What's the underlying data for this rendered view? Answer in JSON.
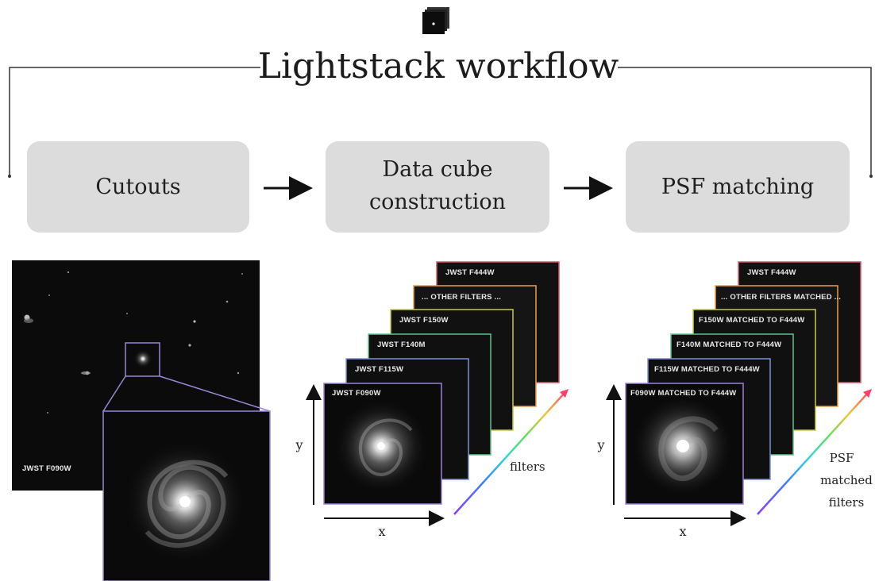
{
  "title": "Lightstack workflow",
  "steps": [
    {
      "label": "Cutouts"
    },
    {
      "label_line1": "Data cube",
      "label_line2": "construction"
    },
    {
      "label": "PSF matching"
    }
  ],
  "cutout_label": "JWST F090W",
  "cube_frames": [
    "JWST F444W",
    "... OTHER FILTERS ...",
    "JWST F150W",
    "JWST F140M",
    "JWST F115W",
    "JWST F090W"
  ],
  "psf_frames": [
    "JWST F444W",
    "... OTHER FILTERS MATCHED ...",
    "F150W MATCHED TO F444W",
    "F140M MATCHED TO F444W",
    "F115W MATCHED TO F444W",
    "F090W MATCHED TO F444W"
  ],
  "frame_colors": [
    "#e0556a",
    "#e8a048",
    "#c9c94a",
    "#5fc28c",
    "#7f90d8",
    "#9a82d8"
  ],
  "axes": {
    "x": "x",
    "y": "y",
    "cube_filters": "filters",
    "psf_filters_line1": "PSF",
    "psf_filters_line2": "matched",
    "psf_filters_line3": "filters"
  }
}
